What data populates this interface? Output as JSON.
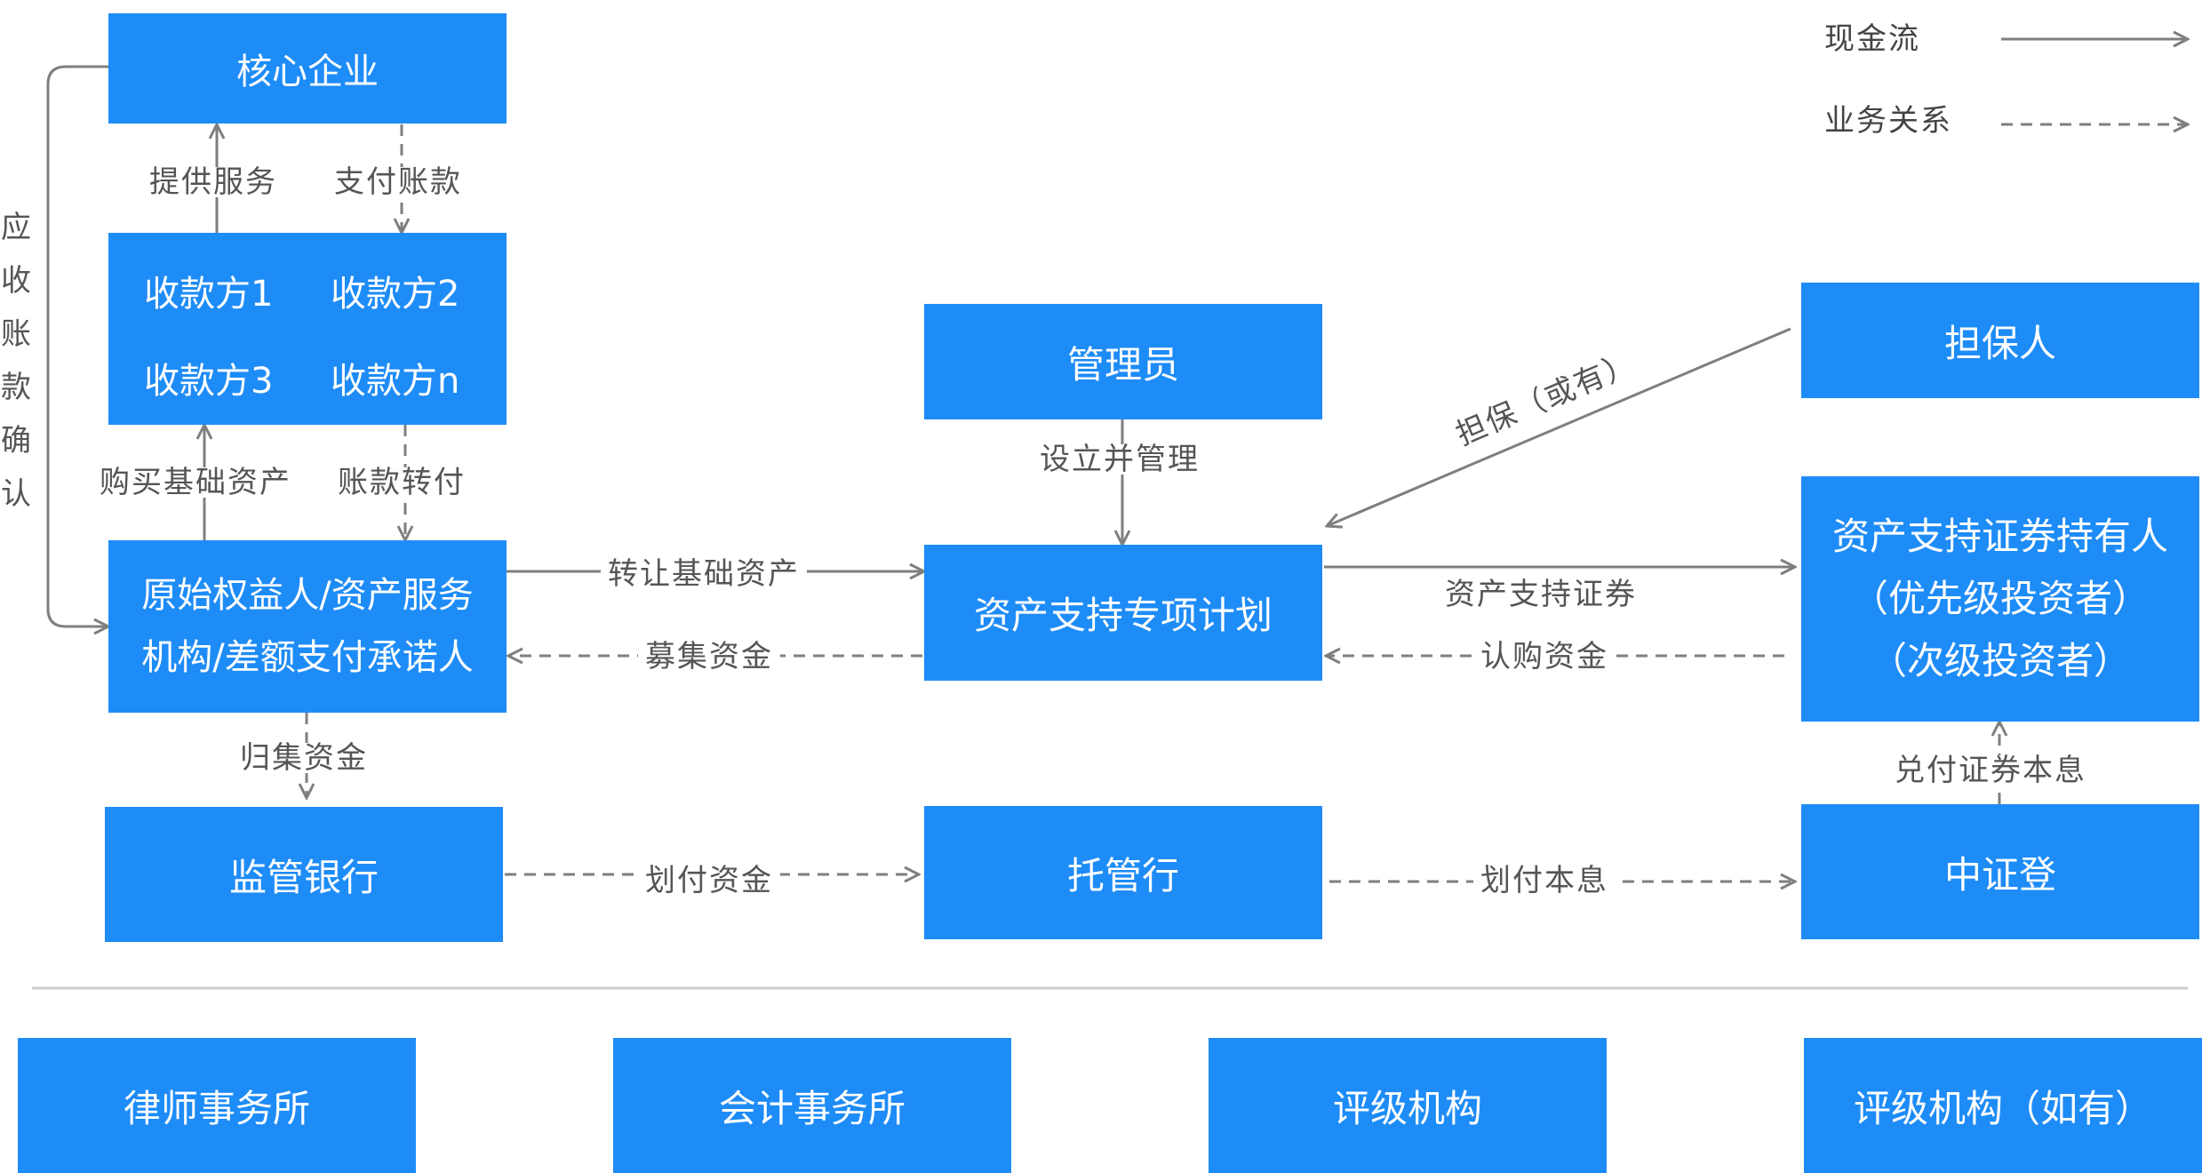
{
  "colors": {
    "box": "#1e8cf7",
    "line": "#7f7f7f",
    "text": "#555555",
    "divider": "#cccccc"
  },
  "legend": {
    "cash_flow": "现金流",
    "business": "业务关系"
  },
  "boxes": {
    "core": "核心企业",
    "payee1": "收款方1",
    "payee2": "收款方2",
    "payee3": "收款方3",
    "payeen": "收款方n",
    "originator_line1": "原始权益人/资产服务",
    "originator_line2": "机构/差额支付承诺人",
    "bank": "监管银行",
    "manager": "管理员",
    "plan": "资产支持专项计划",
    "custodian": "托管行",
    "guarantor": "担保人",
    "holder_line1": "资产支持证券持有人",
    "holder_line2": "（优先级投资者）",
    "holder_line3": "（次级投资者）",
    "csdc": "中证登",
    "law": "律师事务所",
    "accounting": "会计事务所",
    "rating": "评级机构",
    "rating2": "评级机构（如有）"
  },
  "labels": {
    "provide_service": "提供服务",
    "pay_bill": "支付账款",
    "buy_assets": "购买基础资产",
    "transfer_bill": "账款转付",
    "collect_funds": "归集资金",
    "transfer_assets": "转让基础资产",
    "raise_funds": "募集资金",
    "setup_manage": "设立并管理",
    "abs": "资产支持证券",
    "subscribe": "认购资金",
    "guarantee": "担保（或有）",
    "allocate_funds": "划付资金",
    "allocate_interest": "划付本息",
    "redeem": "兑付证券本息",
    "receivable_confirm": [
      "应",
      "收",
      "账",
      "款",
      "确",
      "认"
    ]
  }
}
